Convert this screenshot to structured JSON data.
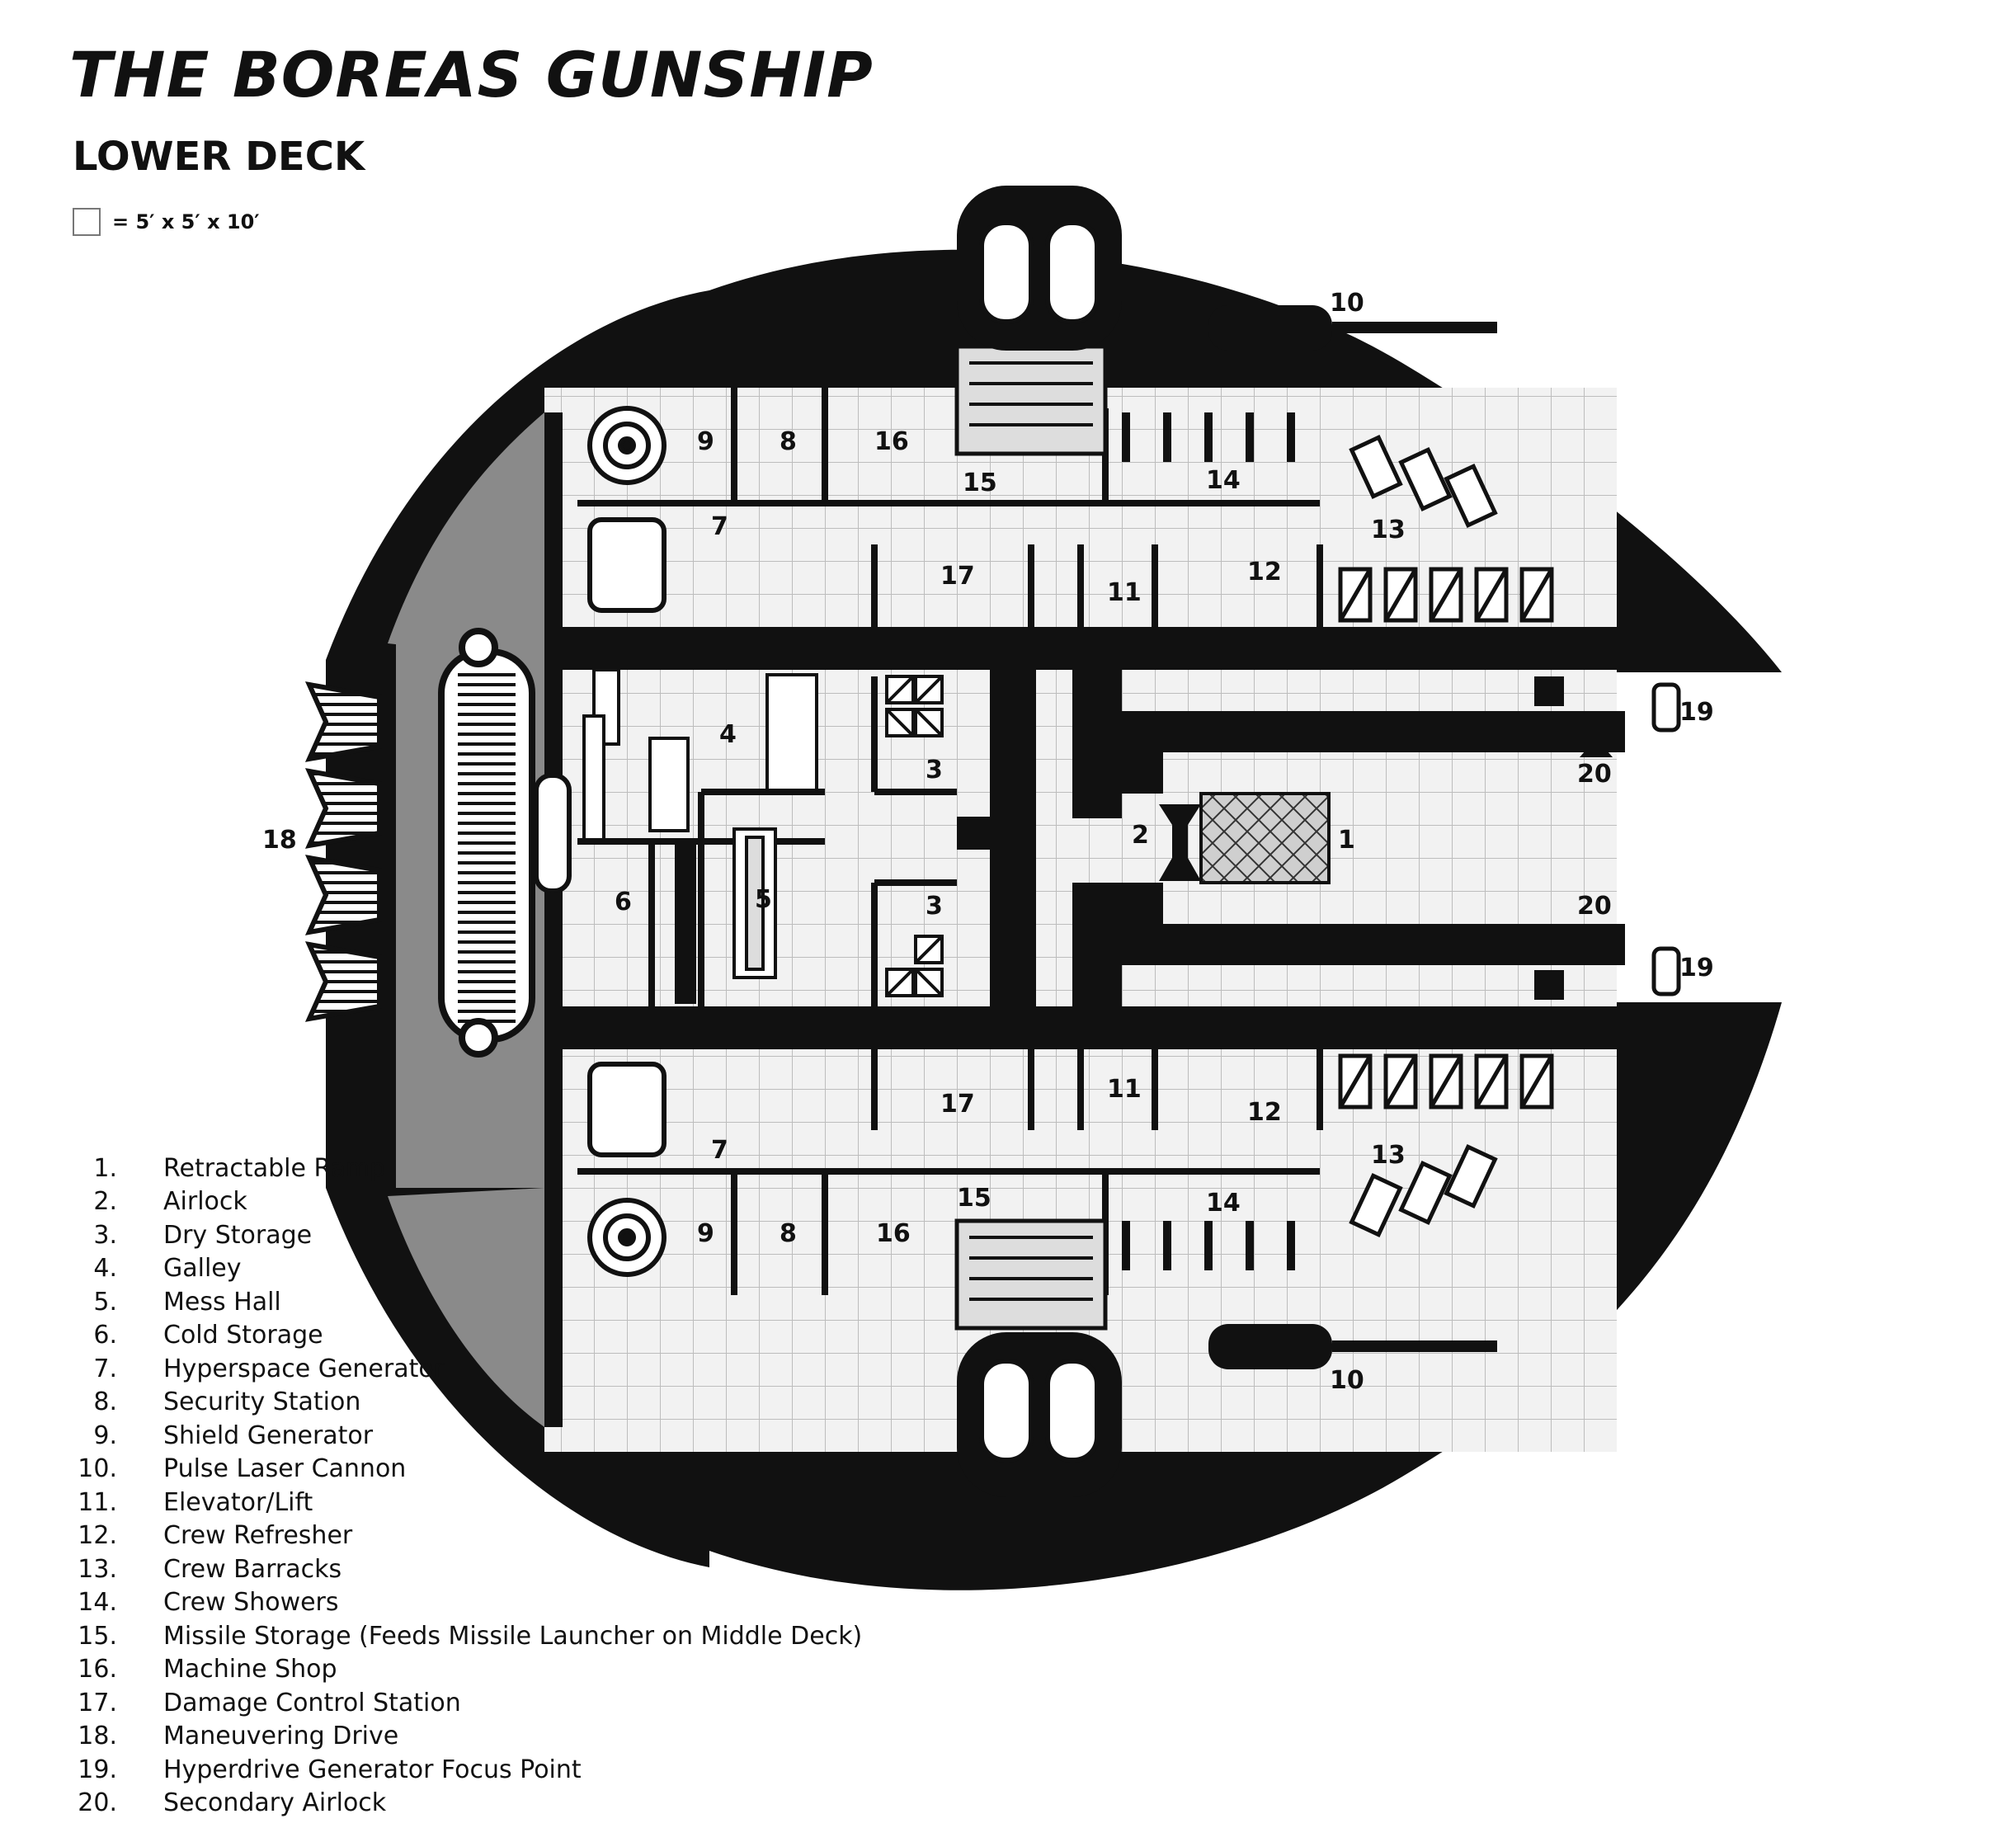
{
  "title": "THE BOREAS GUNSHIP",
  "subtitle": "LOWER DECK",
  "scale": {
    "text": "= 5′ x 5′ x 10′"
  },
  "legend": [
    {
      "num": "1.",
      "label": "Retractable Ramp"
    },
    {
      "num": "2.",
      "label": "Airlock"
    },
    {
      "num": "3.",
      "label": "Dry Storage"
    },
    {
      "num": "4.",
      "label": "Galley"
    },
    {
      "num": "5.",
      "label": "Mess Hall"
    },
    {
      "num": "6.",
      "label": "Cold Storage"
    },
    {
      "num": "7.",
      "label": "Hyperspace Generator"
    },
    {
      "num": "8.",
      "label": "Security Station"
    },
    {
      "num": "9.",
      "label": "Shield Generator"
    },
    {
      "num": "10.",
      "label": "Pulse Laser Cannon"
    },
    {
      "num": "11.",
      "label": "Elevator/Lift"
    },
    {
      "num": "12.",
      "label": "Crew Refresher"
    },
    {
      "num": "13.",
      "label": "Crew Barracks"
    },
    {
      "num": "14.",
      "label": "Crew Showers"
    },
    {
      "num": "15.",
      "label": "Missile Storage (Feeds Missile Launcher on Middle Deck)"
    },
    {
      "num": "16.",
      "label": "Machine Shop"
    },
    {
      "num": "17.",
      "label": "Damage Control Station"
    },
    {
      "num": "18.",
      "label": "Maneuvering Drive"
    },
    {
      "num": "19.",
      "label": "Hyperdrive Generator Focus Point"
    },
    {
      "num": "20.",
      "label": "Secondary Airlock"
    }
  ],
  "room_labels": {
    "r1": "1",
    "r2": "2",
    "r3a": "3",
    "r3b": "3",
    "r4": "4",
    "r5": "5",
    "r6": "6",
    "r7a": "7",
    "r7b": "7",
    "r8a": "8",
    "r8b": "8",
    "r9a": "9",
    "r9b": "9",
    "r10a": "10",
    "r10b": "10",
    "r11a": "11",
    "r11b": "11",
    "r12a": "12",
    "r12b": "12",
    "r13a": "13",
    "r13b": "13",
    "r14a": "14",
    "r14b": "14",
    "r15a": "15",
    "r15b": "15",
    "r16a": "16",
    "r16b": "16",
    "r17a": "17",
    "r17b": "17",
    "r18": "18",
    "r19a": "19",
    "r19b": "19",
    "r20a": "20",
    "r20b": "20"
  }
}
